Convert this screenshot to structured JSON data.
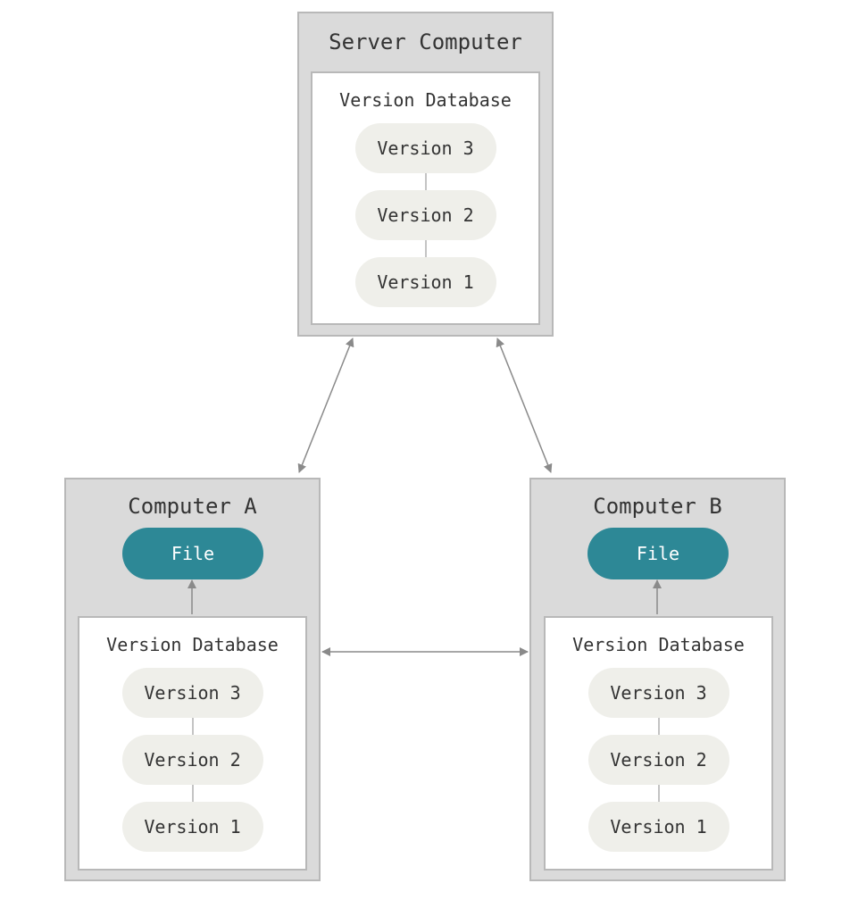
{
  "server": {
    "title": "Server Computer",
    "database": {
      "title": "Version Database",
      "versions": [
        "Version 3",
        "Version 2",
        "Version 1"
      ]
    }
  },
  "computer_a": {
    "title": "Computer A",
    "file": "File",
    "database": {
      "title": "Version Database",
      "versions": [
        "Version 3",
        "Version 2",
        "Version 1"
      ]
    }
  },
  "computer_b": {
    "title": "Computer B",
    "file": "File",
    "database": {
      "title": "Version Database",
      "versions": [
        "Version 3",
        "Version 2",
        "Version 1"
      ]
    }
  },
  "colors": {
    "computer_fill": "#dadada",
    "border": "#b8b8b8",
    "version_pill": "#efefea",
    "file_pill": "#2d8896",
    "arrow": "#8a8a8a"
  },
  "connections": [
    {
      "from": "server",
      "to": "computer_a",
      "direction": "both"
    },
    {
      "from": "server",
      "to": "computer_b",
      "direction": "both"
    },
    {
      "from": "computer_a",
      "to": "computer_b",
      "direction": "both"
    },
    {
      "from": "computer_a.database",
      "to": "computer_a.file",
      "direction": "forward"
    },
    {
      "from": "computer_b.database",
      "to": "computer_b.file",
      "direction": "forward"
    }
  ]
}
